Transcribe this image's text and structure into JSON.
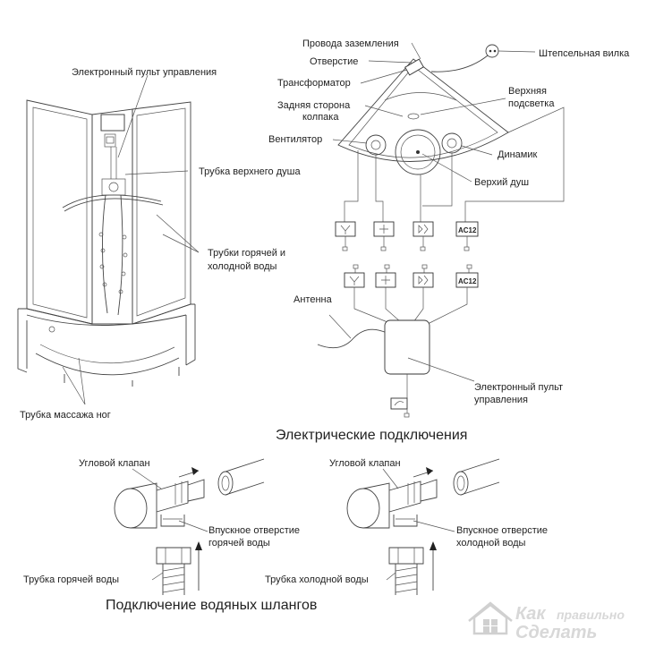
{
  "shower": {
    "labels": {
      "panel": "Электронный пульт управления",
      "upper_shower_tube": "Трубка верхнего душа",
      "hot_cold_tubes_1": "Трубки горячей и",
      "hot_cold_tubes_2": "холодной воды",
      "foot_massage": "Трубка массажа ног"
    }
  },
  "electrical": {
    "title": "Электрические подключения",
    "labels": {
      "ground_wires": "Провода заземления",
      "hole": "Отверстие",
      "plug": "Штепсельная вилка",
      "transformer": "Трансформатор",
      "back_side_1": "Задняя сторона",
      "back_side_2": "колпака",
      "top_light_1": "Верхняя",
      "top_light_2": "подсветка",
      "fan": "Вентилятор",
      "speaker": "Динамик",
      "top_shower": "Верхий душ",
      "antenna": "Антенна",
      "panel_1": "Электронный пульт",
      "panel_2": "управления"
    },
    "ac_label": "AC12"
  },
  "water": {
    "title": "Подключение водяных шлангов",
    "left": {
      "valve": "Угловой клапан",
      "inlet_1": "Впускное отверстие",
      "inlet_2": "горячей воды",
      "tube": "Трубка горячей воды"
    },
    "right": {
      "valve": "Угловой клапан",
      "inlet_1": "Впускное отверстие",
      "inlet_2": "холодной воды",
      "tube": "Трубка холодной воды"
    }
  },
  "watermark": {
    "line1": "Как",
    "line2": "правильно",
    "line3": "Сделать"
  }
}
